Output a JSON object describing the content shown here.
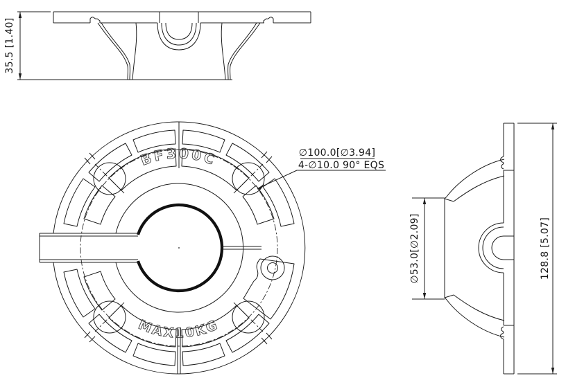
{
  "drawing": {
    "background": "#ffffff",
    "line_color": "#1c1c1c",
    "views": {
      "top_profile": {
        "height_dim": "35.5 [1.40]"
      },
      "front": {
        "bolt_circle_dim": "∅100.0[∅3.94]",
        "holes_note": "4-∅10.0 90° EQS",
        "embossed_model": "BF300C",
        "embossed_max_load": "MAX10KG"
      },
      "side_profile": {
        "hub_dim": "∅53.0[∅2.09]",
        "overall_dim": "128.8 [5.07]"
      }
    }
  }
}
